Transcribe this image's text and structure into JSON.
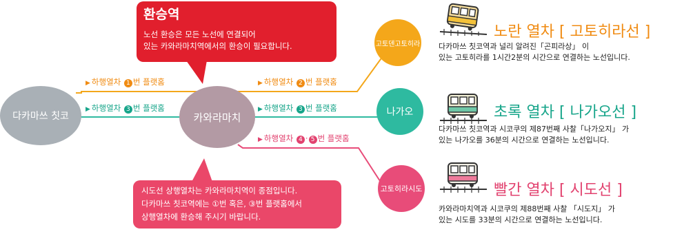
{
  "stations": {
    "takamatsu": "다카마쓰 칫코",
    "kawaramachi": "카와라마치",
    "kotoden_kotohira": "고토덴고토히라",
    "nagao": "나가오",
    "kotohira_shido": "고토히라시도"
  },
  "transfer_bubble": {
    "title": "환승역",
    "line1": "노선 환승은 모든 노선에 연결되어",
    "line2": "있는 카와라마치역에서의 환승이 필요합니다."
  },
  "note_bubble": {
    "line1": "시도선 상행열차는 카와라마치역이 종점입니다.",
    "line2": "다카마쓰 칫코역에는 ①번 혹은, ③번 플랫홈에서",
    "line3": "상행열차에 환승해 주시기 바랍니다."
  },
  "platforms": {
    "p1": {
      "prefix": "하행열차",
      "num": "1",
      "suffix": "번 플랫홈"
    },
    "p2": {
      "prefix": "하행열차",
      "num": "2",
      "suffix": "번 플랫홈"
    },
    "p3a": {
      "prefix": "하행열차",
      "num": "3",
      "suffix": "번 플랫홈"
    },
    "p3b": {
      "prefix": "하행열차",
      "num": "3",
      "suffix": "번 플랫홈"
    },
    "p45": {
      "prefix": "하행열차",
      "num1": "4",
      "dot": "·",
      "num2": "5",
      "suffix": "번 플랫홈"
    }
  },
  "lines": {
    "yellow": {
      "title": "노란 열차 [ 고토히라선 ]",
      "desc1": "다카마쓰 칫코역과 널리 알려진「곤피라상」 이",
      "desc2": "있는 고토히라를 1시간2분의 시간으로 연결하는 노선입니다."
    },
    "green": {
      "title": "초록 열차 [ 나가오선 ]",
      "desc1": "다카마쓰 칫코역과 시코쿠의 제87번째 사찰「나가오지」 가",
      "desc2": "있는 나가오를 36분의 시간으로 연결하는 노선입니다."
    },
    "red": {
      "title": "빨간 열차 [ 시도선 ]",
      "desc1": "카와라마치역과 시코쿠의 제88번째 사찰 「시도지」 가",
      "desc2": "있는 시도를 33분의 시간으로 연결하는 노선입니다."
    }
  },
  "icons": {
    "yellow_train": "train-yellow-icon",
    "green_train": "train-green-icon",
    "red_train": "train-red-icon"
  },
  "colors": {
    "orange": "#f08b12",
    "teal": "#17a58a",
    "pink": "#e2426f",
    "red": "#e11f2d",
    "gray": "#a9b0b6",
    "mauve": "#b39aa4"
  }
}
